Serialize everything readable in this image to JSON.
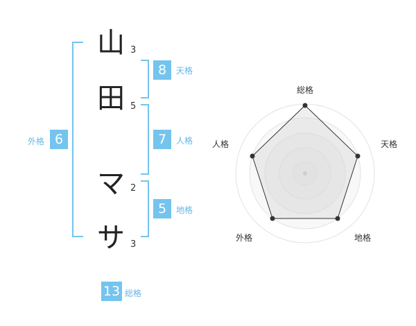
{
  "characters": [
    {
      "char": "山",
      "strokes": "3"
    },
    {
      "char": "田",
      "strokes": "5"
    },
    {
      "char": "マ",
      "strokes": "2"
    },
    {
      "char": "サ",
      "strokes": "3"
    }
  ],
  "kakusu": {
    "ten": {
      "value": "8",
      "label": "天格"
    },
    "jin": {
      "value": "7",
      "label": "人格"
    },
    "chi": {
      "value": "5",
      "label": "地格"
    },
    "gai": {
      "value": "6",
      "label": "外格"
    },
    "so": {
      "value": "13",
      "label": "総格"
    }
  },
  "radar": {
    "labels": {
      "top": "総格",
      "right": "天格",
      "bottom_right": "地格",
      "bottom_left": "外格",
      "left": "人格"
    }
  },
  "colors": {
    "accent": "#74c4ee",
    "label": "#63b8e6"
  }
}
